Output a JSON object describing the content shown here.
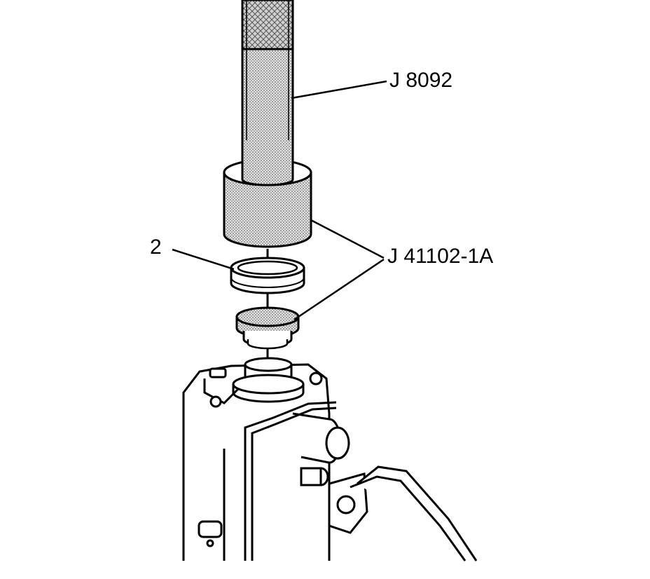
{
  "callouts": {
    "tool_handle": "J 8092",
    "installer": "J 41102-1A",
    "seal": "2"
  },
  "colors": {
    "line": "#000000",
    "background": "#ffffff",
    "hatch_fill": "#bdbdbd"
  }
}
